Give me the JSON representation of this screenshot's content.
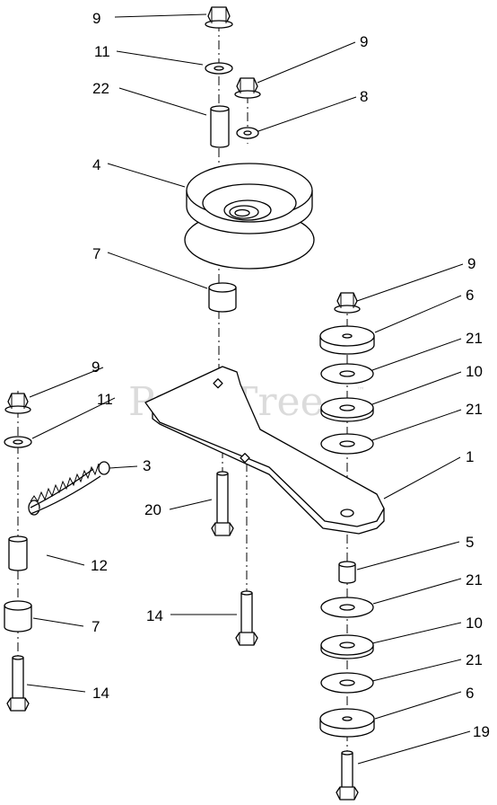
{
  "watermark": {
    "text": "PartsTree",
    "mark": "™"
  },
  "callouts": [
    {
      "id": "c1",
      "label": "9"
    },
    {
      "id": "c2",
      "label": "11"
    },
    {
      "id": "c3",
      "label": "22"
    },
    {
      "id": "c4",
      "label": "9"
    },
    {
      "id": "c5",
      "label": "8"
    },
    {
      "id": "c6",
      "label": "4"
    },
    {
      "id": "c7",
      "label": "7"
    },
    {
      "id": "c8",
      "label": "9"
    },
    {
      "id": "c9",
      "label": "6"
    },
    {
      "id": "c10",
      "label": "21"
    },
    {
      "id": "c11",
      "label": "10"
    },
    {
      "id": "c12",
      "label": "21"
    },
    {
      "id": "c13",
      "label": "1"
    },
    {
      "id": "c14",
      "label": "9"
    },
    {
      "id": "c15",
      "label": "11"
    },
    {
      "id": "c16",
      "label": "3"
    },
    {
      "id": "c17",
      "label": "20"
    },
    {
      "id": "c18",
      "label": "12"
    },
    {
      "id": "c19",
      "label": "7"
    },
    {
      "id": "c20",
      "label": "14"
    },
    {
      "id": "c21",
      "label": "14"
    },
    {
      "id": "c22",
      "label": "5"
    },
    {
      "id": "c23",
      "label": "21"
    },
    {
      "id": "c24",
      "label": "10"
    },
    {
      "id": "c25",
      "label": "21"
    },
    {
      "id": "c26",
      "label": "6"
    },
    {
      "id": "c27",
      "label": "19"
    }
  ]
}
